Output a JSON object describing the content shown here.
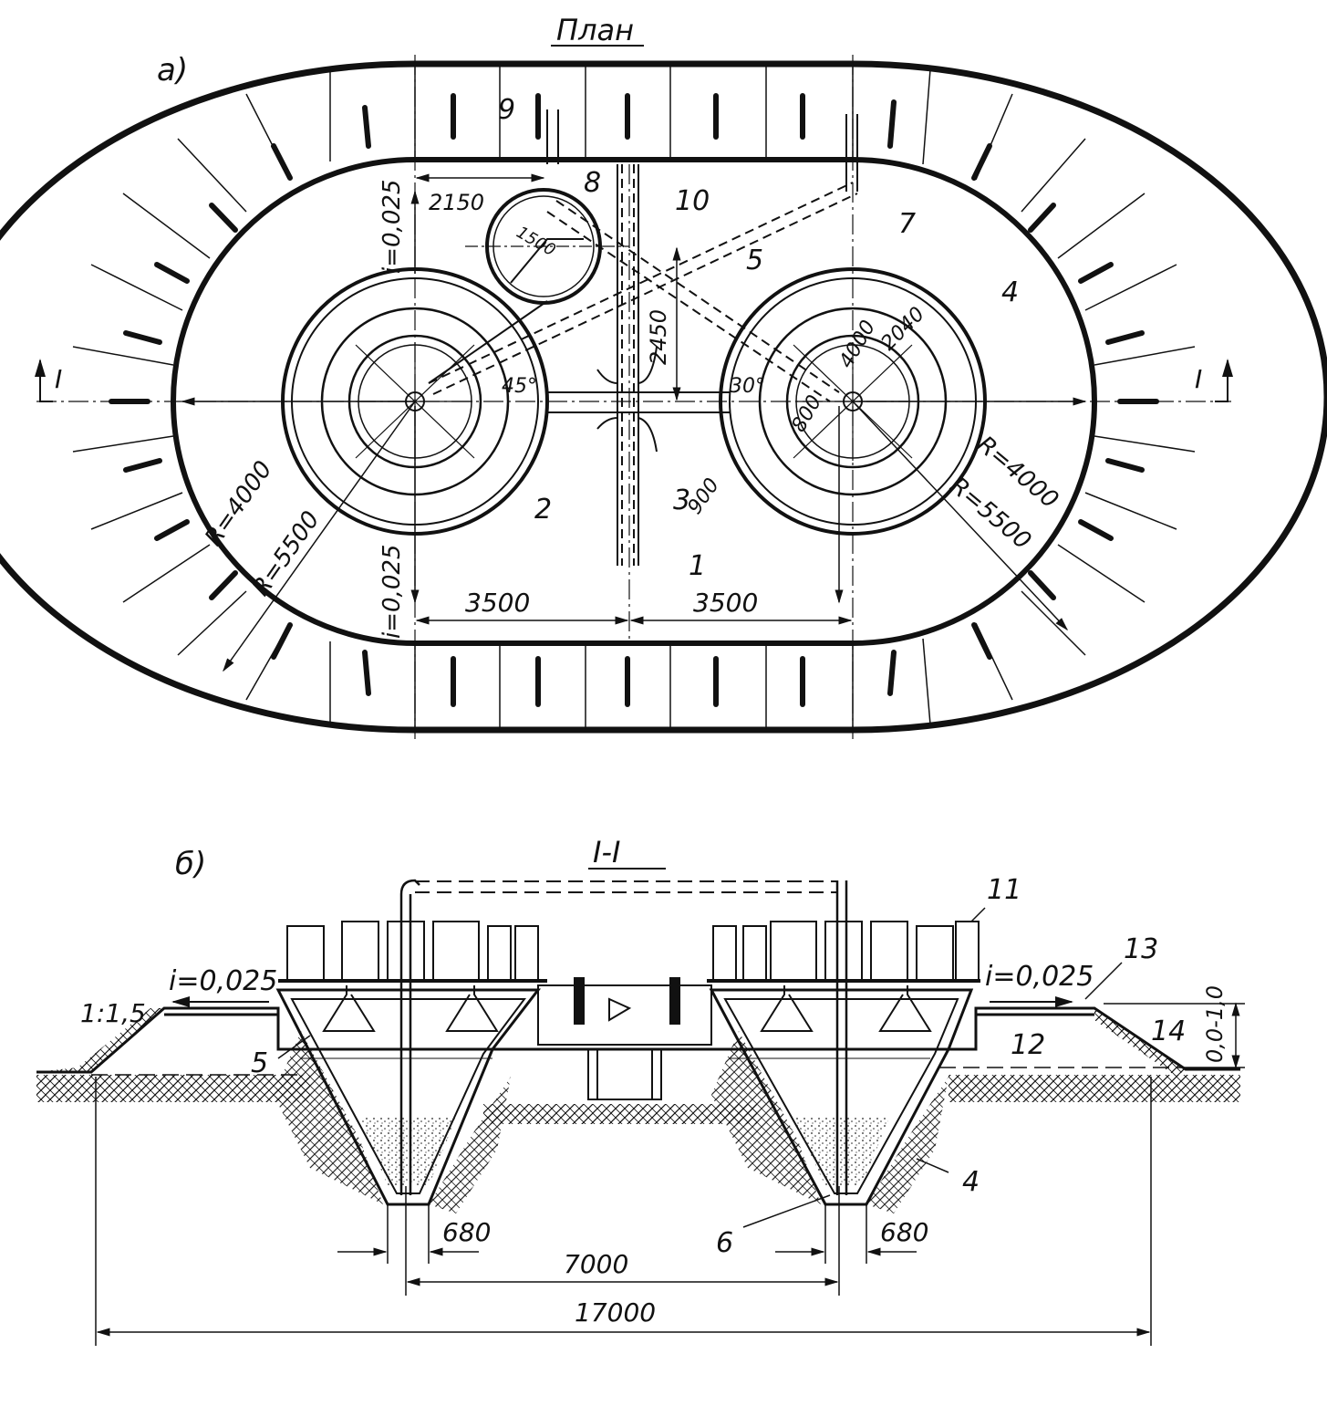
{
  "plan": {
    "view_letter": "а)",
    "title": "План",
    "section_mark_left": "I",
    "section_mark_right": "I",
    "numbers": {
      "n1": "1",
      "n2": "2",
      "n3": "3",
      "n4": "4",
      "n5": "5",
      "n7": "7",
      "n8": "8",
      "n9": "9",
      "n10": "10"
    },
    "dims": {
      "d3500_left": "3500",
      "d3500_right": "3500",
      "d2150": "2150",
      "d1500": "1500",
      "d2450": "2450",
      "d4000": "4000",
      "d2040": "2040",
      "d800": "800",
      "d900": "900",
      "a45": "45°",
      "a30": "30°",
      "r4000_left": "R=4000",
      "r5500_left": "R=5500",
      "r4000_right": "R=4000",
      "r5500_right": "R=5500",
      "slope_top": "i=0,025",
      "slope_bottom": "i=0,025"
    }
  },
  "section": {
    "view_letter": "б)",
    "title": "I-I",
    "slope_left": "i=0,025",
    "slope_right": "i=0,025",
    "bank": "1:1,5",
    "height": "0,0-1,0",
    "numbers": {
      "n4": "4",
      "n5": "5",
      "n6": "6",
      "n11": "11",
      "n12": "12",
      "n13": "13",
      "n14": "14"
    },
    "dims": {
      "d680_left": "680",
      "d680_right": "680",
      "d7000": "7000",
      "d17000": "17000"
    }
  }
}
